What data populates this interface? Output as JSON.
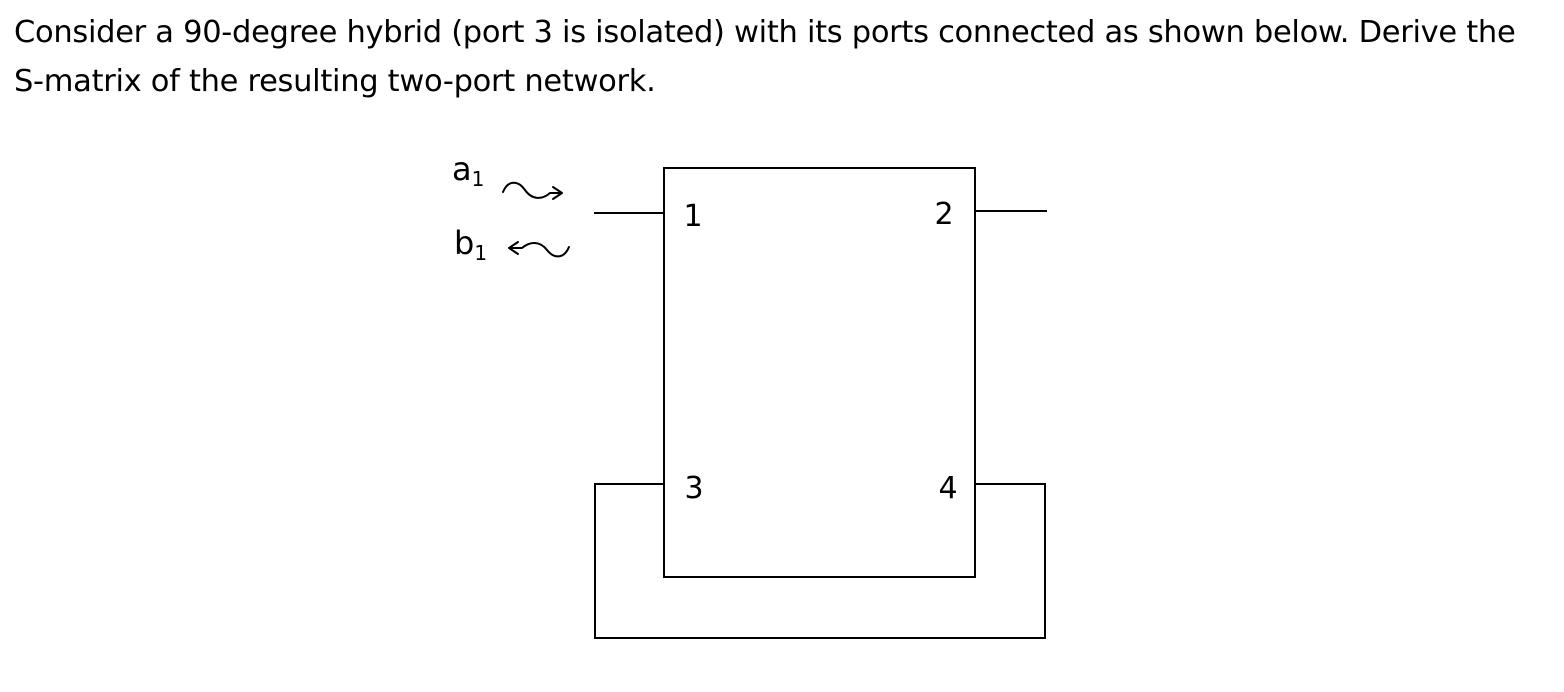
{
  "question": {
    "text": "Consider a 90-degree hybrid (port 3 is isolated) with its ports connected as shown below. Derive the S-matrix of the resulting two-port network."
  },
  "diagram": {
    "ports": [
      {
        "id": "1",
        "label": "1"
      },
      {
        "id": "2",
        "label": "2"
      },
      {
        "id": "3",
        "label": "3"
      },
      {
        "id": "4",
        "label": "4"
      }
    ],
    "incident_wave": {
      "base": "a",
      "sub": "1"
    },
    "reflected_wave": {
      "base": "b",
      "sub": "1"
    },
    "colors": {
      "stroke": "#000000",
      "background": "#ffffff"
    }
  }
}
